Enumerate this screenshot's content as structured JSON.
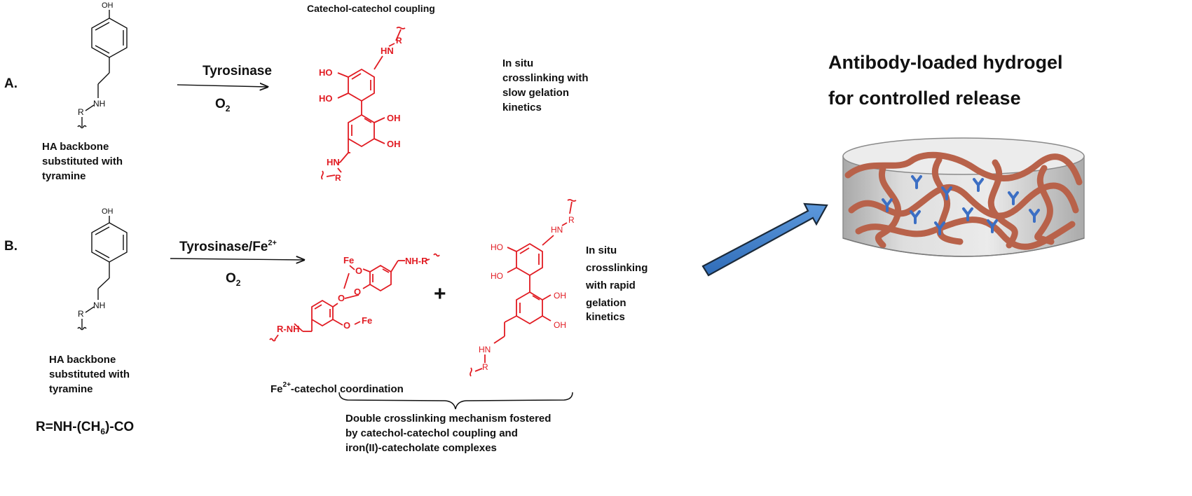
{
  "colors": {
    "accent": "#e11b22",
    "arrow_fill": "#3d7fce",
    "hydrogel_fiber": "#b8624a",
    "antibody": "#3c6fc4"
  },
  "panel_a": {
    "label": "A.",
    "oh": "OH",
    "nh": "NH",
    "r": "R",
    "backbone_caption": [
      "HA backbone",
      "substituted with",
      "tyramine"
    ],
    "reagent": "Tyrosinase",
    "condition": "O",
    "condition_sub": "2",
    "product_title": "Catechol-catechol coupling",
    "product_labels": {
      "ho_top": "HO",
      "ho_bottom": "HO",
      "oh_top": "OH",
      "oh_bottom": "OH",
      "hn_top": "HN",
      "r_top": "R",
      "hn_bottom": "HN",
      "r_bottom": "R"
    },
    "note": [
      "In situ",
      "crosslinking with",
      "slow gelation",
      "kinetics"
    ]
  },
  "panel_b": {
    "label": "B.",
    "oh": "OH",
    "nh": "NH",
    "r": "R",
    "backbone_caption": [
      "HA backbone",
      "substituted with",
      "tyramine"
    ],
    "r_definition": "R=NH-(CH",
    "r_definition_sub": "6",
    "r_definition_end": ")-CO",
    "reagent": "Tyrosinase/Fe",
    "reagent_sup": "2+",
    "condition": "O",
    "condition_sub": "2",
    "complex_labels": {
      "fe_top": "Fe",
      "fe_bottom": "Fe",
      "o1": "O",
      "o2": "O",
      "o3": "O",
      "o4": "O",
      "r_nh": "R-NH",
      "nh_r": "NH-R"
    },
    "complex_caption": "Fe",
    "complex_caption_sup": "2+",
    "complex_caption_end": "-catechol coordination",
    "plus": "+",
    "product_labels": {
      "ho_top": "HO",
      "ho_bottom": "HO",
      "oh_top": "OH",
      "oh_bottom": "OH",
      "hn_top": "HN",
      "r_top": "R",
      "hn_bottom": "HN",
      "r_bottom": "R"
    },
    "note": [
      "In situ",
      "crosslinking",
      "with rapid",
      "gelation",
      "kinetics"
    ],
    "mechanism": [
      "Double crosslinking mechanism fostered",
      "by catechol-catechol coupling and",
      "iron(II)-catecholate complexes"
    ]
  },
  "result": {
    "title": [
      "Antibody-loaded hydrogel",
      "for controlled release"
    ]
  }
}
